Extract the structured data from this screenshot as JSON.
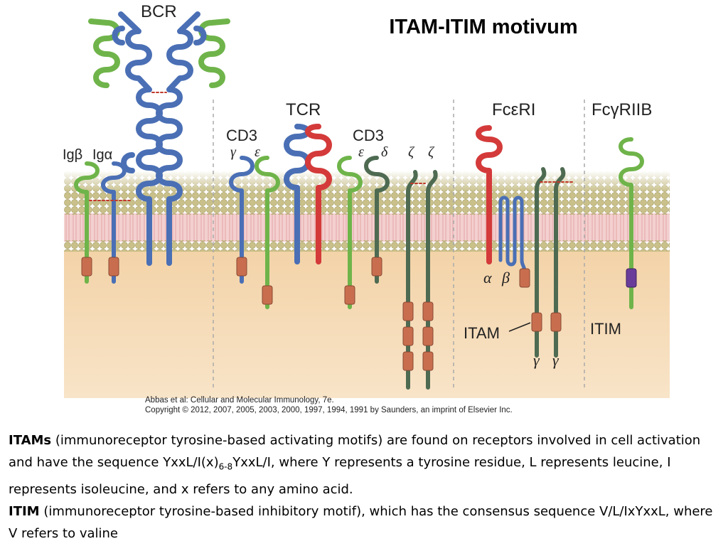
{
  "title": "ITAM-ITIM motivum",
  "diagram": {
    "labels": {
      "bcr": "BCR",
      "igb": "Igβ",
      "iga": "Igα",
      "tcr": "TCR",
      "cd3_left": "CD3",
      "cd3_left_gamma": "γ",
      "cd3_left_epsilon": "ε",
      "cd3_right": "CD3",
      "cd3_right_epsilon": "ε",
      "cd3_right_delta": "δ",
      "zeta1": "ζ",
      "zeta2": "ζ",
      "fceri": "FcεRI",
      "fceri_alpha": "α",
      "fceri_beta": "β",
      "fceri_gamma1": "γ",
      "fceri_gamma2": "γ",
      "itam": "ITAM",
      "fcgriib": "FcγRIIB",
      "itim": "ITIM"
    },
    "colors": {
      "blue": "#4a6fb5",
      "green": "#6fb44a",
      "red": "#d43a3a",
      "darkgreen": "#4e6b52",
      "itam_box": "#c86e4e",
      "itim_box": "#6a3d9a",
      "cytoplasm": "#f6d9b4",
      "lipid_head": "#c9c08a",
      "membrane_core": "#f1c9c9"
    }
  },
  "caption": {
    "line1": "Abbas et al: Cellular and Molecular Immunology, 7e.",
    "line2": "Copyright © 2012, 2007, 2005, 2003, 2000, 1997, 1994, 1991 by Saunders, an imprint of Elsevier Inc."
  },
  "body": {
    "p1_bold": "ITAMs",
    "p1_a": " (immunoreceptor tyrosine-based activating motifs) are found on receptors involved in cell activation and have the sequence YxxL/I(x)",
    "p1_sub": "6-8",
    "p1_b": "YxxL/I, where Y represents a tyrosine residue, L represents leucine, I represents isoleucine, and x refers to any amino acid.",
    "p2_bold": "ITIM",
    "p2_a": " (immunoreceptor tyrosine-based inhibitory motif), which has the consensus sequence V/L/IxYxxL, where V refers to valine"
  }
}
